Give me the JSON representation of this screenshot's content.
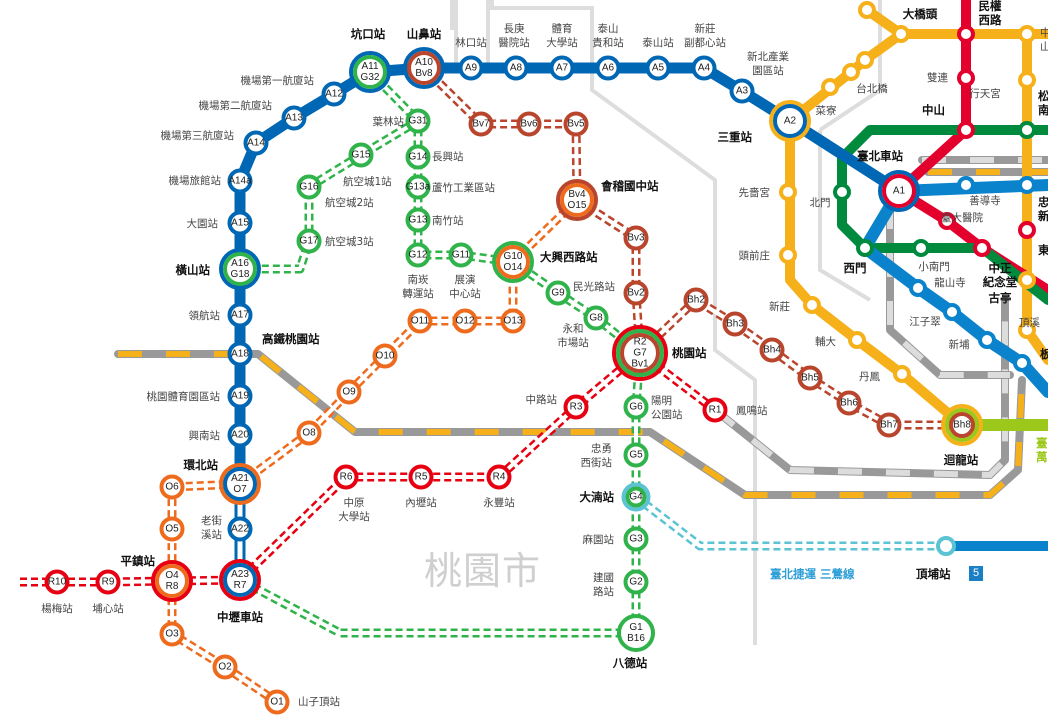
{
  "city_label": "桃園市",
  "sanying_label": "臺北捷運 三鶯線",
  "dingpu": {
    "name": "頂埔站",
    "number": "5"
  },
  "colors": {
    "airport": "#0067b4",
    "green": "#2fb34a",
    "orange": "#ee6b1e",
    "red": "#e60012",
    "brown": "#b8452c",
    "cyan": "#5bc3d3",
    "tpe_orange": "#f6b11a",
    "tpe_green": "#008a3e",
    "tpe_blue": "#0a83cc",
    "tpe_red": "#e3002c",
    "lime": "#9bc81b",
    "rail_gray": "#999999",
    "boundary": "#dddddd"
  },
  "stations": [
    {
      "id": "A1",
      "codes": [
        "A1"
      ],
      "name": "臺北車站",
      "major": true,
      "rings": [
        "#0067b4",
        "#e3002c"
      ]
    },
    {
      "id": "A2",
      "codes": [
        "A2"
      ],
      "name": "三重站",
      "major": true,
      "rings": [
        "#f6b11a",
        "#0067b4"
      ]
    },
    {
      "id": "A3",
      "codes": [
        "A3"
      ],
      "name": "新北產業\n園區站",
      "rings": [
        "#0067b4"
      ]
    },
    {
      "id": "A4",
      "codes": [
        "A4"
      ],
      "name": "新莊\n副都心站",
      "rings": [
        "#0067b4"
      ]
    },
    {
      "id": "A5",
      "codes": [
        "A5"
      ],
      "name": "泰山站",
      "rings": [
        "#0067b4"
      ]
    },
    {
      "id": "A6",
      "codes": [
        "A6"
      ],
      "name": "泰山\n貴和站",
      "rings": [
        "#0067b4"
      ]
    },
    {
      "id": "A7",
      "codes": [
        "A7"
      ],
      "name": "體育\n大學站",
      "rings": [
        "#0067b4"
      ]
    },
    {
      "id": "A8",
      "codes": [
        "A8"
      ],
      "name": "長庚\n醫院站",
      "rings": [
        "#0067b4"
      ]
    },
    {
      "id": "A9",
      "codes": [
        "A9"
      ],
      "name": "林口站",
      "rings": [
        "#0067b4"
      ]
    },
    {
      "id": "A10",
      "codes": [
        "A10",
        "Bv8"
      ],
      "name": "山鼻站",
      "major": true,
      "rings": [
        "#0067b4",
        "#b8452c"
      ]
    },
    {
      "id": "A11",
      "codes": [
        "A11",
        "G32"
      ],
      "name": "坑口站",
      "major": true,
      "rings": [
        "#0067b4",
        "#2fb34a"
      ]
    },
    {
      "id": "A12",
      "codes": [
        "A12"
      ],
      "name": "機場第一航廈站",
      "rings": [
        "#0067b4"
      ]
    },
    {
      "id": "A13",
      "codes": [
        "A13"
      ],
      "name": "機場第二航廈站",
      "rings": [
        "#0067b4"
      ]
    },
    {
      "id": "A14",
      "codes": [
        "A14"
      ],
      "name": "機場第三航廈站",
      "rings": [
        "#0067b4"
      ]
    },
    {
      "id": "A14a",
      "codes": [
        "A14a"
      ],
      "name": "機場旅館站",
      "rings": [
        "#0067b4"
      ]
    },
    {
      "id": "A15",
      "codes": [
        "A15"
      ],
      "name": "大園站",
      "rings": [
        "#0067b4"
      ]
    },
    {
      "id": "A16",
      "codes": [
        "A16",
        "G18"
      ],
      "name": "橫山站",
      "major": true,
      "rings": [
        "#0067b4",
        "#2fb34a"
      ]
    },
    {
      "id": "A17",
      "codes": [
        "A17"
      ],
      "name": "領航站",
      "rings": [
        "#0067b4"
      ]
    },
    {
      "id": "A18",
      "codes": [
        "A18"
      ],
      "name": "高鐵桃園站",
      "rings": [
        "#0067b4"
      ]
    },
    {
      "id": "A19",
      "codes": [
        "A19"
      ],
      "name": "桃園體育園區站",
      "rings": [
        "#0067b4"
      ]
    },
    {
      "id": "A20",
      "codes": [
        "A20"
      ],
      "name": "興南站",
      "rings": [
        "#0067b4"
      ]
    },
    {
      "id": "A21",
      "codes": [
        "A21",
        "O7"
      ],
      "name": "環北站",
      "major": true,
      "rings": [
        "#ee6b1e",
        "#0067b4"
      ]
    },
    {
      "id": "A22",
      "codes": [
        "A22"
      ],
      "name": "老街\n溪站",
      "rings": [
        "#0067b4"
      ]
    },
    {
      "id": "A23",
      "codes": [
        "A23",
        "R7"
      ],
      "name": "中壢車站",
      "major": true,
      "rings": [
        "#e60012",
        "#0067b4"
      ]
    },
    {
      "id": "G31",
      "codes": [
        "G31"
      ],
      "name": "葉林站",
      "rings": [
        "#2fb34a"
      ]
    },
    {
      "id": "G14",
      "codes": [
        "G14"
      ],
      "name": "長興站",
      "rings": [
        "#2fb34a"
      ]
    },
    {
      "id": "G13a",
      "codes": [
        "G13a"
      ],
      "name": "蘆竹工業區站",
      "rings": [
        "#2fb34a"
      ]
    },
    {
      "id": "G13",
      "codes": [
        "G13"
      ],
      "name": "南竹站",
      "rings": [
        "#2fb34a"
      ]
    },
    {
      "id": "G12",
      "codes": [
        "G12"
      ],
      "name": "南崁\n轉運站",
      "rings": [
        "#2fb34a"
      ]
    },
    {
      "id": "G11",
      "codes": [
        "G11"
      ],
      "name": "展演\n中心站",
      "rings": [
        "#2fb34a"
      ]
    },
    {
      "id": "G10",
      "codes": [
        "G10",
        "O14"
      ],
      "name": "大興西路站",
      "major": true,
      "rings": [
        "#2fb34a",
        "#ee6b1e"
      ]
    },
    {
      "id": "G9",
      "codes": [
        "G9"
      ],
      "name": "民光路站",
      "rings": [
        "#2fb34a"
      ]
    },
    {
      "id": "G8",
      "codes": [
        "G8"
      ],
      "name": "永和\n市場站",
      "rings": [
        "#2fb34a"
      ]
    },
    {
      "id": "G7",
      "codes": [
        "R2",
        "G7",
        "Bv1"
      ],
      "name": "桃園站",
      "major": true,
      "rings": [
        "#e60012",
        "#2fb34a",
        "#b8452c"
      ]
    },
    {
      "id": "G6",
      "codes": [
        "G6"
      ],
      "name": "陽明\n公園站",
      "rings": [
        "#2fb34a"
      ]
    },
    {
      "id": "G5",
      "codes": [
        "G5"
      ],
      "name": "忠勇\n西街站",
      "rings": [
        "#2fb34a"
      ]
    },
    {
      "id": "G4",
      "codes": [
        "G4"
      ],
      "name": "大湳站",
      "rings": [
        "#5bc3d3",
        "#2fb34a"
      ]
    },
    {
      "id": "G3",
      "codes": [
        "G3"
      ],
      "name": "麻園站",
      "rings": [
        "#2fb34a"
      ]
    },
    {
      "id": "G2",
      "codes": [
        "G2"
      ],
      "name": "建國\n路站",
      "rings": [
        "#2fb34a"
      ]
    },
    {
      "id": "G1",
      "codes": [
        "G1",
        "B16"
      ],
      "name": "八德站",
      "rings": [
        "#2fb34a"
      ]
    },
    {
      "id": "G15",
      "codes": [
        "G15"
      ],
      "name": "航空城1站",
      "rings": [
        "#2fb34a"
      ]
    },
    {
      "id": "G16",
      "codes": [
        "G16"
      ],
      "name": "航空城2站",
      "rings": [
        "#2fb34a"
      ]
    },
    {
      "id": "G17",
      "codes": [
        "G17"
      ],
      "name": "航空城3站",
      "rings": [
        "#2fb34a"
      ]
    },
    {
      "id": "O1",
      "codes": [
        "O1"
      ],
      "name": "山子頂站",
      "rings": [
        "#ee6b1e"
      ]
    },
    {
      "id": "O2",
      "codes": [
        "O2"
      ],
      "name": "",
      "rings": [
        "#ee6b1e"
      ]
    },
    {
      "id": "O3",
      "codes": [
        "O3"
      ],
      "name": "",
      "rings": [
        "#ee6b1e"
      ]
    },
    {
      "id": "O4",
      "codes": [
        "O4",
        "R8"
      ],
      "name": "平鎮站",
      "major": true,
      "rings": [
        "#e60012",
        "#ee6b1e"
      ]
    },
    {
      "id": "O5",
      "codes": [
        "O5"
      ],
      "name": "",
      "rings": [
        "#ee6b1e"
      ]
    },
    {
      "id": "O6",
      "codes": [
        "O6"
      ],
      "name": "",
      "rings": [
        "#ee6b1e"
      ]
    },
    {
      "id": "O8",
      "codes": [
        "O8"
      ],
      "name": "",
      "rings": [
        "#ee6b1e"
      ]
    },
    {
      "id": "O9",
      "codes": [
        "O9"
      ],
      "name": "",
      "rings": [
        "#ee6b1e"
      ]
    },
    {
      "id": "O10",
      "codes": [
        "O10"
      ],
      "name": "",
      "rings": [
        "#ee6b1e"
      ]
    },
    {
      "id": "O11",
      "codes": [
        "O11"
      ],
      "name": "",
      "rings": [
        "#ee6b1e"
      ]
    },
    {
      "id": "O12",
      "codes": [
        "O12"
      ],
      "name": "",
      "rings": [
        "#ee6b1e"
      ]
    },
    {
      "id": "O13",
      "codes": [
        "O13"
      ],
      "name": "",
      "rings": [
        "#ee6b1e"
      ]
    },
    {
      "id": "O15",
      "codes": [
        "Bv4",
        "O15"
      ],
      "name": "會稽國中站",
      "major": true,
      "rings": [
        "#b8452c",
        "#ee6b1e"
      ]
    },
    {
      "id": "R10",
      "codes": [
        "R10"
      ],
      "name": "楊梅站",
      "rings": [
        "#e60012"
      ]
    },
    {
      "id": "R9",
      "codes": [
        "R9"
      ],
      "name": "埔心站",
      "rings": [
        "#e60012"
      ]
    },
    {
      "id": "R6",
      "codes": [
        "R6"
      ],
      "name": "中原\n大學站",
      "rings": [
        "#e60012"
      ]
    },
    {
      "id": "R5",
      "codes": [
        "R5"
      ],
      "name": "內壢站",
      "rings": [
        "#e60012"
      ]
    },
    {
      "id": "R4",
      "codes": [
        "R4"
      ],
      "name": "永豐站",
      "rings": [
        "#e60012"
      ]
    },
    {
      "id": "R3",
      "codes": [
        "R3"
      ],
      "name": "中路站",
      "rings": [
        "#e60012"
      ]
    },
    {
      "id": "R1",
      "codes": [
        "R1"
      ],
      "name": "鳳鳴站",
      "rings": [
        "#e60012"
      ]
    },
    {
      "id": "Bv7",
      "codes": [
        "Bv7"
      ],
      "name": "",
      "rings": [
        "#b8452c"
      ]
    },
    {
      "id": "Bv6",
      "codes": [
        "Bv6"
      ],
      "name": "",
      "rings": [
        "#b8452c"
      ]
    },
    {
      "id": "Bv5",
      "codes": [
        "Bv5"
      ],
      "name": "",
      "rings": [
        "#b8452c"
      ]
    },
    {
      "id": "Bv3",
      "codes": [
        "Bv3"
      ],
      "name": "",
      "rings": [
        "#b8452c"
      ]
    },
    {
      "id": "Bv2",
      "codes": [
        "Bv2"
      ],
      "name": "",
      "rings": [
        "#b8452c"
      ]
    },
    {
      "id": "Bh2",
      "codes": [
        "Bh2"
      ],
      "name": "",
      "rings": [
        "#b8452c"
      ]
    },
    {
      "id": "Bh3",
      "codes": [
        "Bh3"
      ],
      "name": "",
      "rings": [
        "#b8452c"
      ]
    },
    {
      "id": "Bh4",
      "codes": [
        "Bh4"
      ],
      "name": "",
      "rings": [
        "#b8452c"
      ]
    },
    {
      "id": "Bh5",
      "codes": [
        "Bh5"
      ],
      "name": "",
      "rings": [
        "#b8452c"
      ]
    },
    {
      "id": "Bh6",
      "codes": [
        "Bh6"
      ],
      "name": "",
      "rings": [
        "#b8452c"
      ]
    },
    {
      "id": "Bh7",
      "codes": [
        "Bh7"
      ],
      "name": "",
      "rings": [
        "#b8452c"
      ]
    },
    {
      "id": "Bh8",
      "codes": [
        "Bh8"
      ],
      "name": "迴龍站",
      "major": true,
      "rings": [
        "#f6b11a",
        "#9bc81b",
        "#b8452c"
      ]
    }
  ],
  "taipei_stations": [
    {
      "id": "t1",
      "name": "",
      "color": "#f6b11a"
    },
    {
      "id": "daqiaotou",
      "name": "大橋頭",
      "color": "#f6b11a",
      "bold": true
    },
    {
      "id": "t3",
      "name": "",
      "color": "#f6b11a"
    },
    {
      "id": "taibeiqiao",
      "name": "台北橋",
      "color": "#f6b11a"
    },
    {
      "id": "cailiao",
      "name": "菜寮",
      "color": "#f6b11a"
    },
    {
      "id": "xianseguan",
      "name": "先嗇宮",
      "color": "#f6b11a"
    },
    {
      "id": "touqianzhuang",
      "name": "頭前庄",
      "color": "#f6b11a"
    },
    {
      "id": "xinzhuang",
      "name": "新莊",
      "color": "#f6b11a"
    },
    {
      "id": "fuda",
      "name": "輔大",
      "color": "#f6b11a"
    },
    {
      "id": "danfeng",
      "name": "丹鳳",
      "color": "#f6b11a"
    },
    {
      "id": "minquan",
      "name": "民權\n西路",
      "color": "#e3002c",
      "bold": true
    },
    {
      "id": "shuanglian",
      "name": "雙連",
      "color": "#e3002c"
    },
    {
      "id": "zhongshan",
      "name": "中山",
      "color": "#e3002c",
      "bold": true
    },
    {
      "id": "ntuh",
      "name": "臺大醫院",
      "color": "#e3002c"
    },
    {
      "id": "cks",
      "name": "中正\n紀念堂",
      "color": "#e3002c",
      "bold": true
    },
    {
      "id": "beimen",
      "name": "北門",
      "color": "#008a3e"
    },
    {
      "id": "ximen",
      "name": "西門",
      "color": "#008a3e",
      "bold": true
    },
    {
      "id": "xiaonanmen",
      "name": "小南門",
      "color": "#008a3e"
    },
    {
      "id": "shandao",
      "name": "善導寺",
      "color": "#0a83cc"
    },
    {
      "id": "longshan",
      "name": "龍山寺",
      "color": "#0a83cc"
    },
    {
      "id": "jiangzicui",
      "name": "江子翠",
      "color": "#0a83cc"
    },
    {
      "id": "xinpu",
      "name": "新埔",
      "color": "#0a83cc"
    },
    {
      "id": "banqiao",
      "name": "板",
      "color": "#0a83cc",
      "bold": true
    },
    {
      "id": "r1",
      "name": "中\n山",
      "color": "#f6b11a"
    },
    {
      "id": "xingtian",
      "name": "行天宮",
      "color": "#f6b11a"
    },
    {
      "id": "songjiang",
      "name": "松\n南",
      "color": "#008a3e",
      "bold": true
    },
    {
      "id": "zhongxiao",
      "name": "忠\n新",
      "color": "#0a83cc",
      "bold": true
    },
    {
      "id": "dongmen",
      "name": "東",
      "color": "#e3002c",
      "bold": true
    },
    {
      "id": "guting",
      "name": "古亭",
      "color": "#f6b11a",
      "bold": true
    },
    {
      "id": "dingxi",
      "name": "頂溪",
      "color": "#f6b11a"
    }
  ],
  "edge_labels": {
    "lime_line": "臺\n萬"
  }
}
